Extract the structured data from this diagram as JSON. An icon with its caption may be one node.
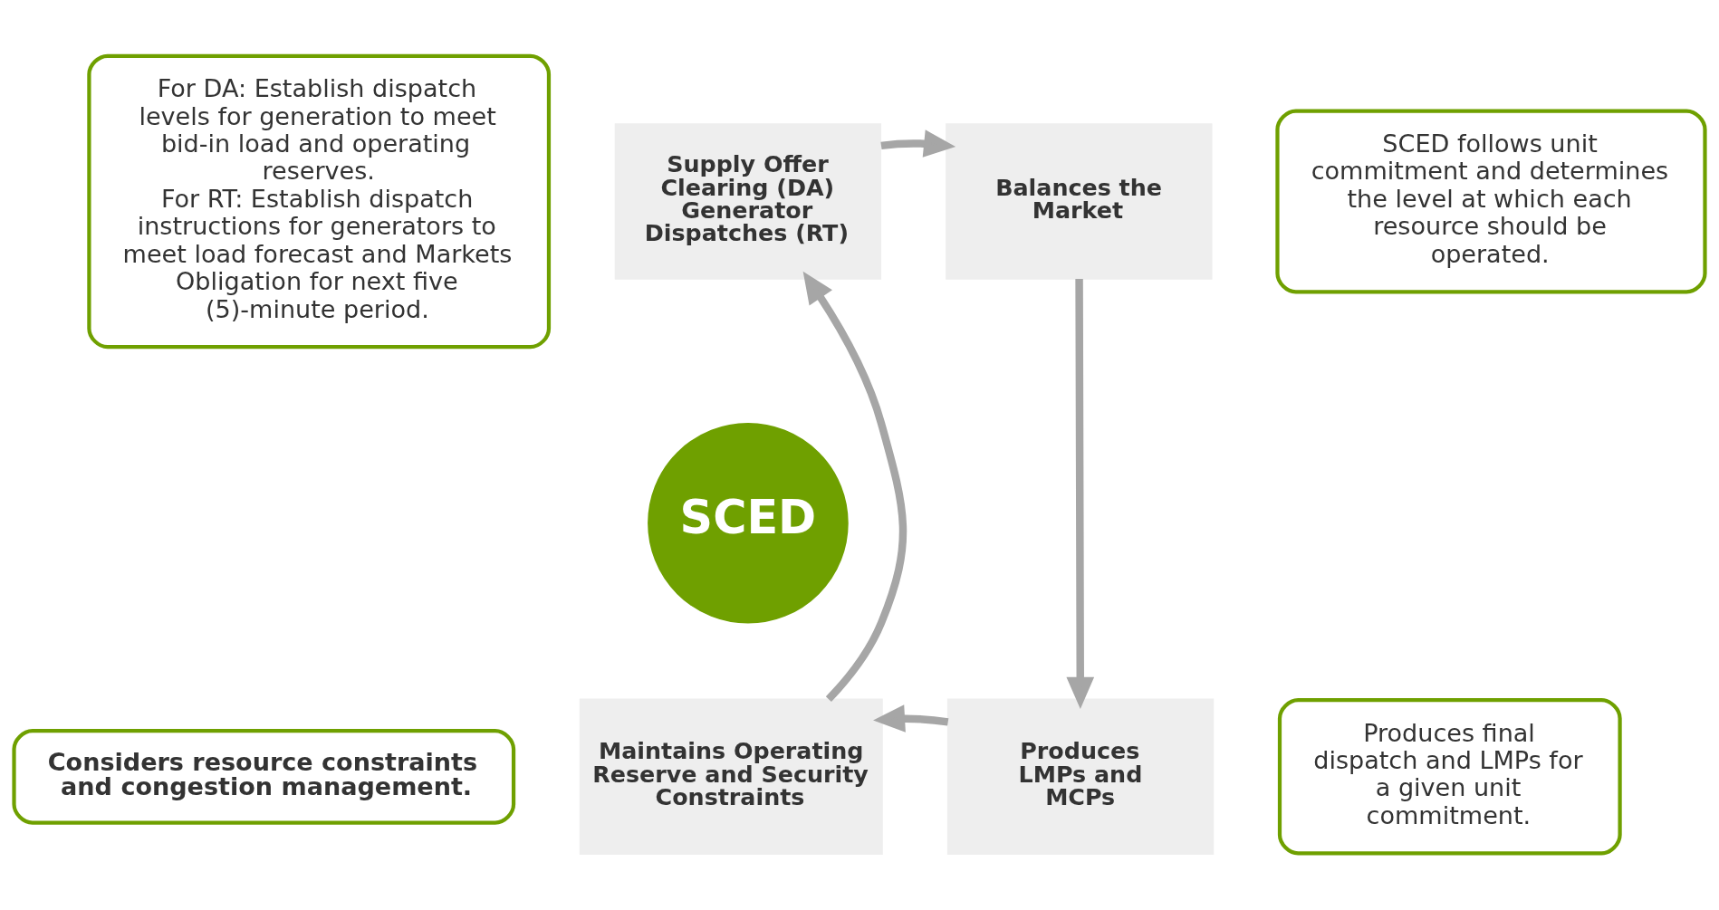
{
  "diagram": {
    "nodes": [
      {
        "text": [
          "For DA: Establish dispatch levels for generation to meet bid-in load and operating reserves.",
          "For RT: Establish dispatch instructions for generators to meet load forecast and Markets Obligation for next five (5)-minute period."
        ]
      },
      {
        "text": [
          "Supply Offer Clearing (DA) Generator Dispatches (RT)"
        ]
      },
      {
        "text": [
          "Balances the Market"
        ]
      },
      {
        "text": [
          "SCED follows unit commitment and determines the level at which each resource should be operated."
        ]
      },
      {
        "text": [
          "SCED"
        ]
      },
      {
        "text": [
          "Maintains Operating Reserve and Security Constraints"
        ]
      },
      {
        "text": [
          "Produces LMPs and MCPs"
        ]
      },
      {
        "text": [
          "Considers resource constraints and congestion management."
        ]
      },
      {
        "text": [
          "Produces final dispatch and LMPs for a given unit commitment."
        ]
      }
    ],
    "edges": [
      {
        "from": 5,
        "to": 1,
        "arrow": "to"
      },
      {
        "from": 1,
        "to": 2,
        "arrow": "to"
      },
      {
        "from": 2,
        "to": 6,
        "arrow": "to"
      },
      {
        "from": 6,
        "to": 5,
        "arrow": "to"
      }
    ]
  }
}
